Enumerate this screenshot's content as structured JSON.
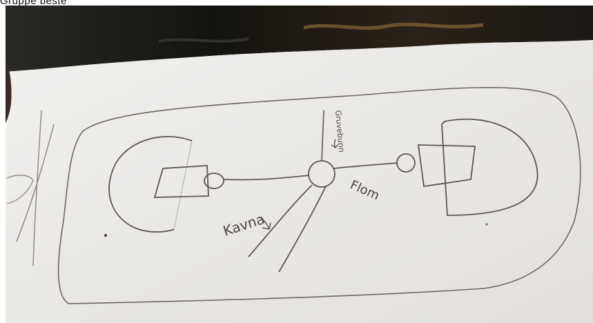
{
  "header": {
    "caption": "Gruppe beste"
  },
  "photo": {
    "subject": "pencil-sketch-on-paper",
    "colors": {
      "paper": "#ecebe9",
      "paper_shadow": "#d9d6d2",
      "table_dark": "#1b1a17",
      "table_warm": "#7a5a2a",
      "pencil": "#5a5754"
    }
  },
  "labels": {
    "kavna": "Kavna",
    "flom": "Flom",
    "vertical_note": "Gruvebunn"
  }
}
